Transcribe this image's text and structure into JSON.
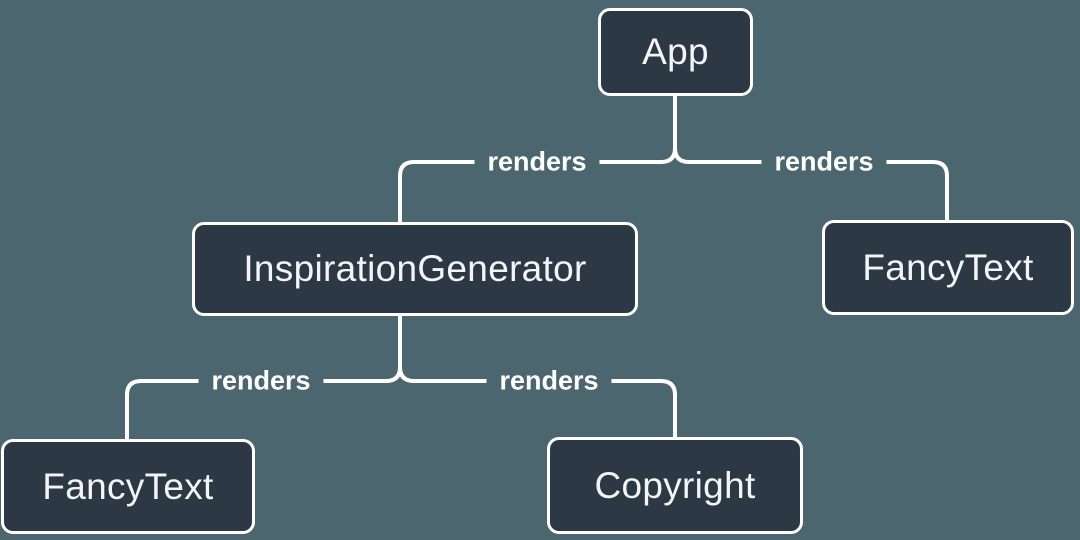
{
  "diagram": {
    "type": "component-render-tree",
    "colors": {
      "background": "#4c6670",
      "node_fill": "#2d3845",
      "node_border": "#ffffff",
      "line": "#ffffff",
      "node_text": "#f2f4f7",
      "label_text": "#ffffff"
    },
    "nodes": [
      {
        "id": "app",
        "label": "App"
      },
      {
        "id": "inspiration-generator",
        "label": "InspirationGenerator"
      },
      {
        "id": "fancy-text-top-right",
        "label": "FancyText"
      },
      {
        "id": "fancy-text-bottom-left",
        "label": "FancyText"
      },
      {
        "id": "copyright",
        "label": "Copyright"
      }
    ],
    "edges": [
      {
        "from": "App",
        "to": "InspirationGenerator",
        "label": "renders"
      },
      {
        "from": "App",
        "to": "FancyText",
        "label": "renders"
      },
      {
        "from": "InspirationGenerator",
        "to": "FancyText",
        "label": "renders"
      },
      {
        "from": "InspirationGenerator",
        "to": "Copyright",
        "label": "renders"
      }
    ]
  }
}
